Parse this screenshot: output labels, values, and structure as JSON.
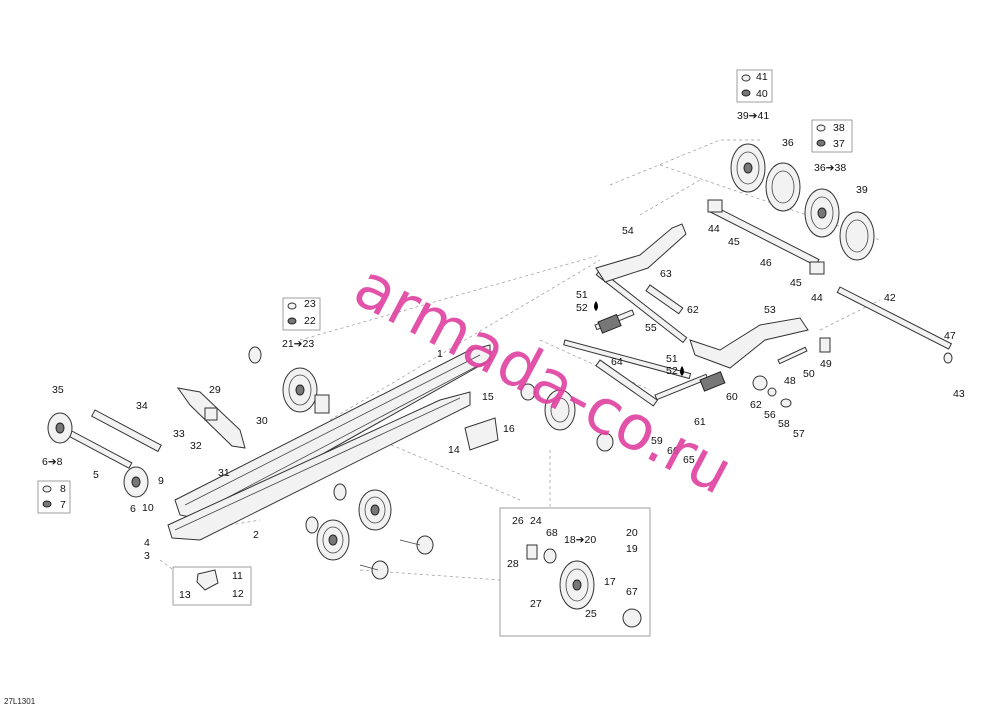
{
  "watermark": "armada-co.ru",
  "figure_code": "27L1301",
  "callouts": [
    {
      "id": "c1",
      "text": "1"
    },
    {
      "id": "c2",
      "text": "2"
    },
    {
      "id": "c3",
      "text": "3"
    },
    {
      "id": "c4",
      "text": "4"
    },
    {
      "id": "c5",
      "text": "5"
    },
    {
      "id": "c6",
      "text": "6"
    },
    {
      "id": "c6to8",
      "text": "6➔8"
    },
    {
      "id": "c7",
      "text": "7"
    },
    {
      "id": "c8",
      "text": "8"
    },
    {
      "id": "c9",
      "text": "9"
    },
    {
      "id": "c10",
      "text": "10"
    },
    {
      "id": "c11",
      "text": "11"
    },
    {
      "id": "c12",
      "text": "12"
    },
    {
      "id": "c13",
      "text": "13"
    },
    {
      "id": "c14",
      "text": "14"
    },
    {
      "id": "c15",
      "text": "15"
    },
    {
      "id": "c16",
      "text": "16"
    },
    {
      "id": "c17",
      "text": "17"
    },
    {
      "id": "c18to20",
      "text": "18➔20"
    },
    {
      "id": "c19",
      "text": "19"
    },
    {
      "id": "c20",
      "text": "20"
    },
    {
      "id": "c21to23",
      "text": "21➔23"
    },
    {
      "id": "c22",
      "text": "22"
    },
    {
      "id": "c23",
      "text": "23"
    },
    {
      "id": "c24",
      "text": "24"
    },
    {
      "id": "c25",
      "text": "25"
    },
    {
      "id": "c26",
      "text": "26"
    },
    {
      "id": "c27",
      "text": "27"
    },
    {
      "id": "c28",
      "text": "28"
    },
    {
      "id": "c29",
      "text": "29"
    },
    {
      "id": "c30",
      "text": "30"
    },
    {
      "id": "c31",
      "text": "31"
    },
    {
      "id": "c32",
      "text": "32"
    },
    {
      "id": "c33",
      "text": "33"
    },
    {
      "id": "c34",
      "text": "34"
    },
    {
      "id": "c35",
      "text": "35"
    },
    {
      "id": "c36",
      "text": "36"
    },
    {
      "id": "c36to38",
      "text": "36➔38"
    },
    {
      "id": "c37",
      "text": "37"
    },
    {
      "id": "c38",
      "text": "38"
    },
    {
      "id": "c39",
      "text": "39"
    },
    {
      "id": "c39to41",
      "text": "39➔41"
    },
    {
      "id": "c40",
      "text": "40"
    },
    {
      "id": "c41",
      "text": "41"
    },
    {
      "id": "c42",
      "text": "42"
    },
    {
      "id": "c43",
      "text": "43"
    },
    {
      "id": "c44a",
      "text": "44"
    },
    {
      "id": "c44b",
      "text": "44"
    },
    {
      "id": "c45a",
      "text": "45"
    },
    {
      "id": "c45b",
      "text": "45"
    },
    {
      "id": "c46",
      "text": "46"
    },
    {
      "id": "c47",
      "text": "47"
    },
    {
      "id": "c48",
      "text": "48"
    },
    {
      "id": "c49",
      "text": "49"
    },
    {
      "id": "c50",
      "text": "50"
    },
    {
      "id": "c51a",
      "text": "51"
    },
    {
      "id": "c51b",
      "text": "51"
    },
    {
      "id": "c52a",
      "text": "52"
    },
    {
      "id": "c52b",
      "text": "52"
    },
    {
      "id": "c53",
      "text": "53"
    },
    {
      "id": "c54",
      "text": "54"
    },
    {
      "id": "c55",
      "text": "55"
    },
    {
      "id": "c56",
      "text": "56"
    },
    {
      "id": "c57",
      "text": "57"
    },
    {
      "id": "c58",
      "text": "58"
    },
    {
      "id": "c59",
      "text": "59"
    },
    {
      "id": "c60",
      "text": "60"
    },
    {
      "id": "c61",
      "text": "61"
    },
    {
      "id": "c62a",
      "text": "62"
    },
    {
      "id": "c62b",
      "text": "62"
    },
    {
      "id": "c63",
      "text": "63"
    },
    {
      "id": "c64",
      "text": "64"
    },
    {
      "id": "c65",
      "text": "65"
    },
    {
      "id": "c66",
      "text": "66"
    },
    {
      "id": "c67",
      "text": "67"
    },
    {
      "id": "c68",
      "text": "68"
    }
  ]
}
